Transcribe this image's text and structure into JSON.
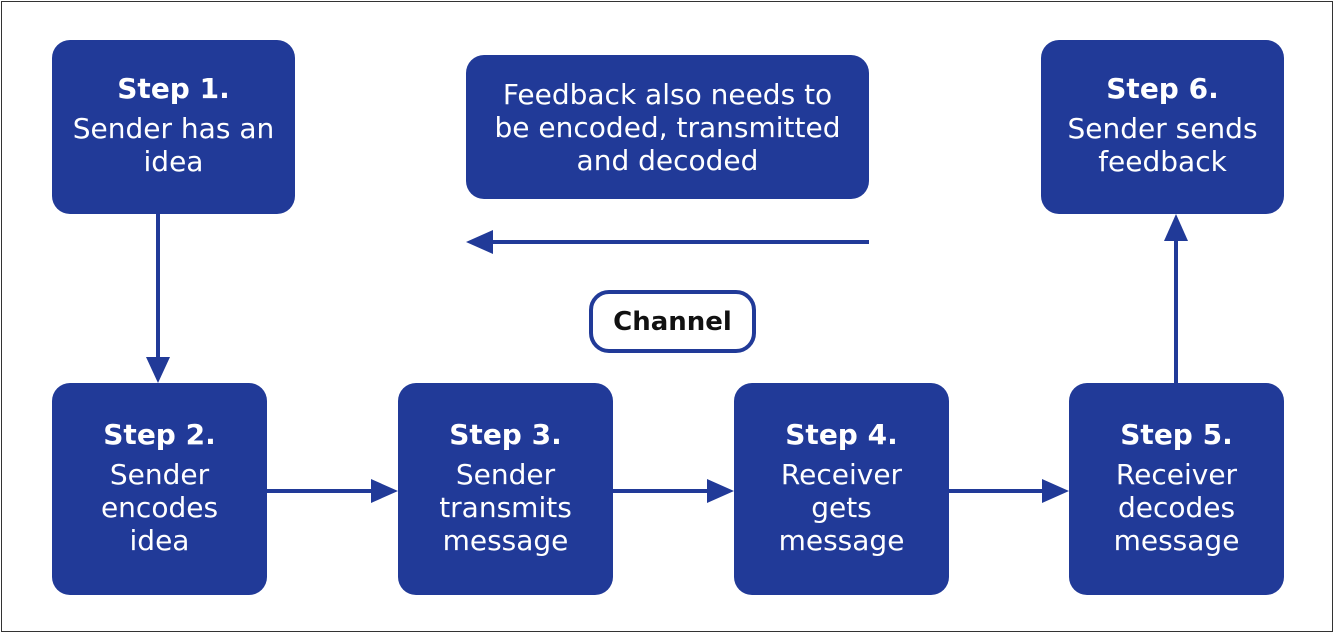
{
  "colors": {
    "box_fill": "#213a98",
    "box_text": "#ffffff",
    "arrow": "#213a98"
  },
  "steps": [
    {
      "title": "Step 1.",
      "desc": "Sender has an\nidea"
    },
    {
      "title": "Step 2.",
      "desc": "Sender\nencodes\nidea"
    },
    {
      "title": "Step 3.",
      "desc": "Sender\ntransmits\nmessage"
    },
    {
      "title": "Step 4.",
      "desc": "Receiver\ngets\nmessage"
    },
    {
      "title": "Step 5.",
      "desc": "Receiver\ndecodes\nmessage"
    },
    {
      "title": "Step 6.",
      "desc": "Sender sends\nfeedback"
    }
  ],
  "feedback_note": "Feedback also needs to\nbe encoded, transmitted\nand decoded",
  "channel_label": "Channel"
}
